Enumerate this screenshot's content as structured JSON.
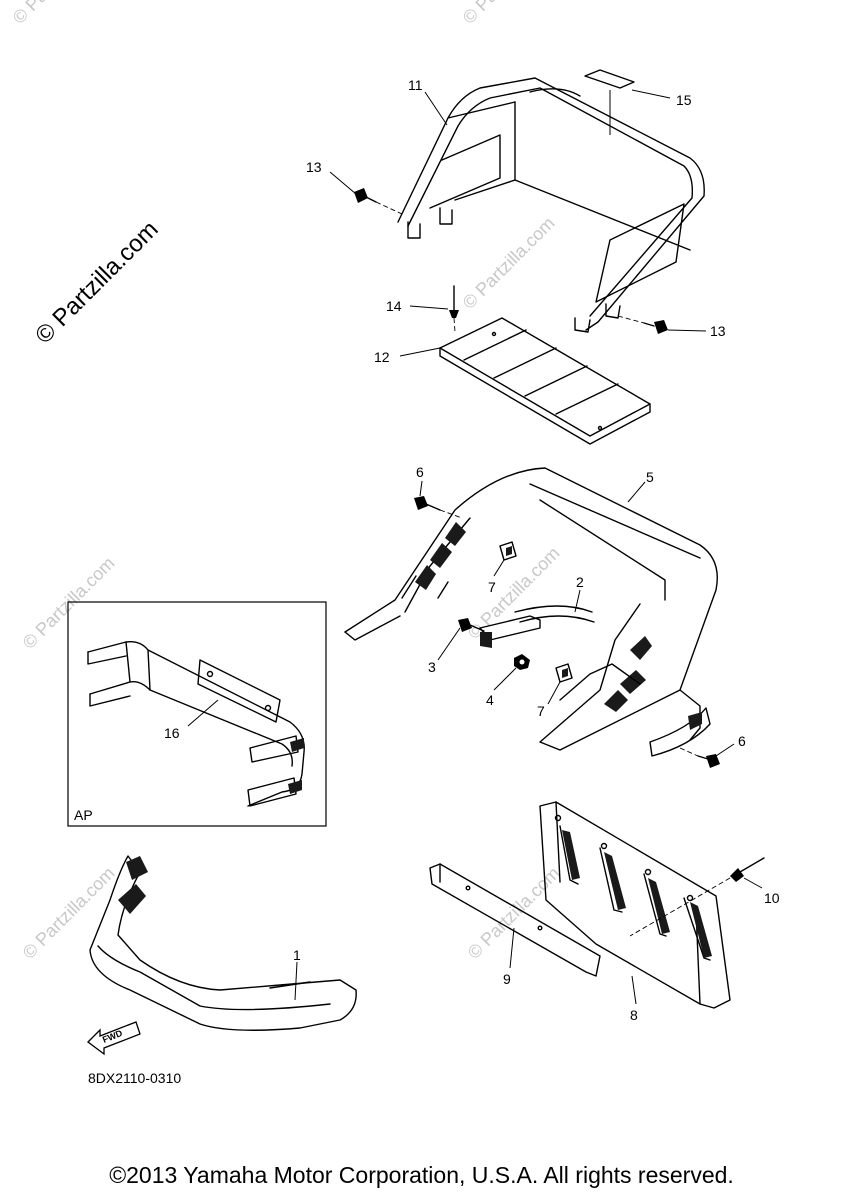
{
  "watermark_text": "© Partzilla.com",
  "callouts": {
    "c1": "1",
    "c2": "2",
    "c3": "3",
    "c4": "4",
    "c5": "5",
    "c6a": "6",
    "c6b": "6",
    "c7a": "7",
    "c7b": "7",
    "c8": "8",
    "c9": "9",
    "c10": "10",
    "c11": "11",
    "c12": "12",
    "c13a": "13",
    "c13b": "13",
    "c14": "14",
    "c15": "15",
    "c16": "16"
  },
  "inset_label": "AP",
  "fwd_label": "FWD",
  "diagram_code": "8DX2110-0310",
  "copyright": "©2013 Yamaha Motor Corporation, U.S.A. All rights reserved."
}
